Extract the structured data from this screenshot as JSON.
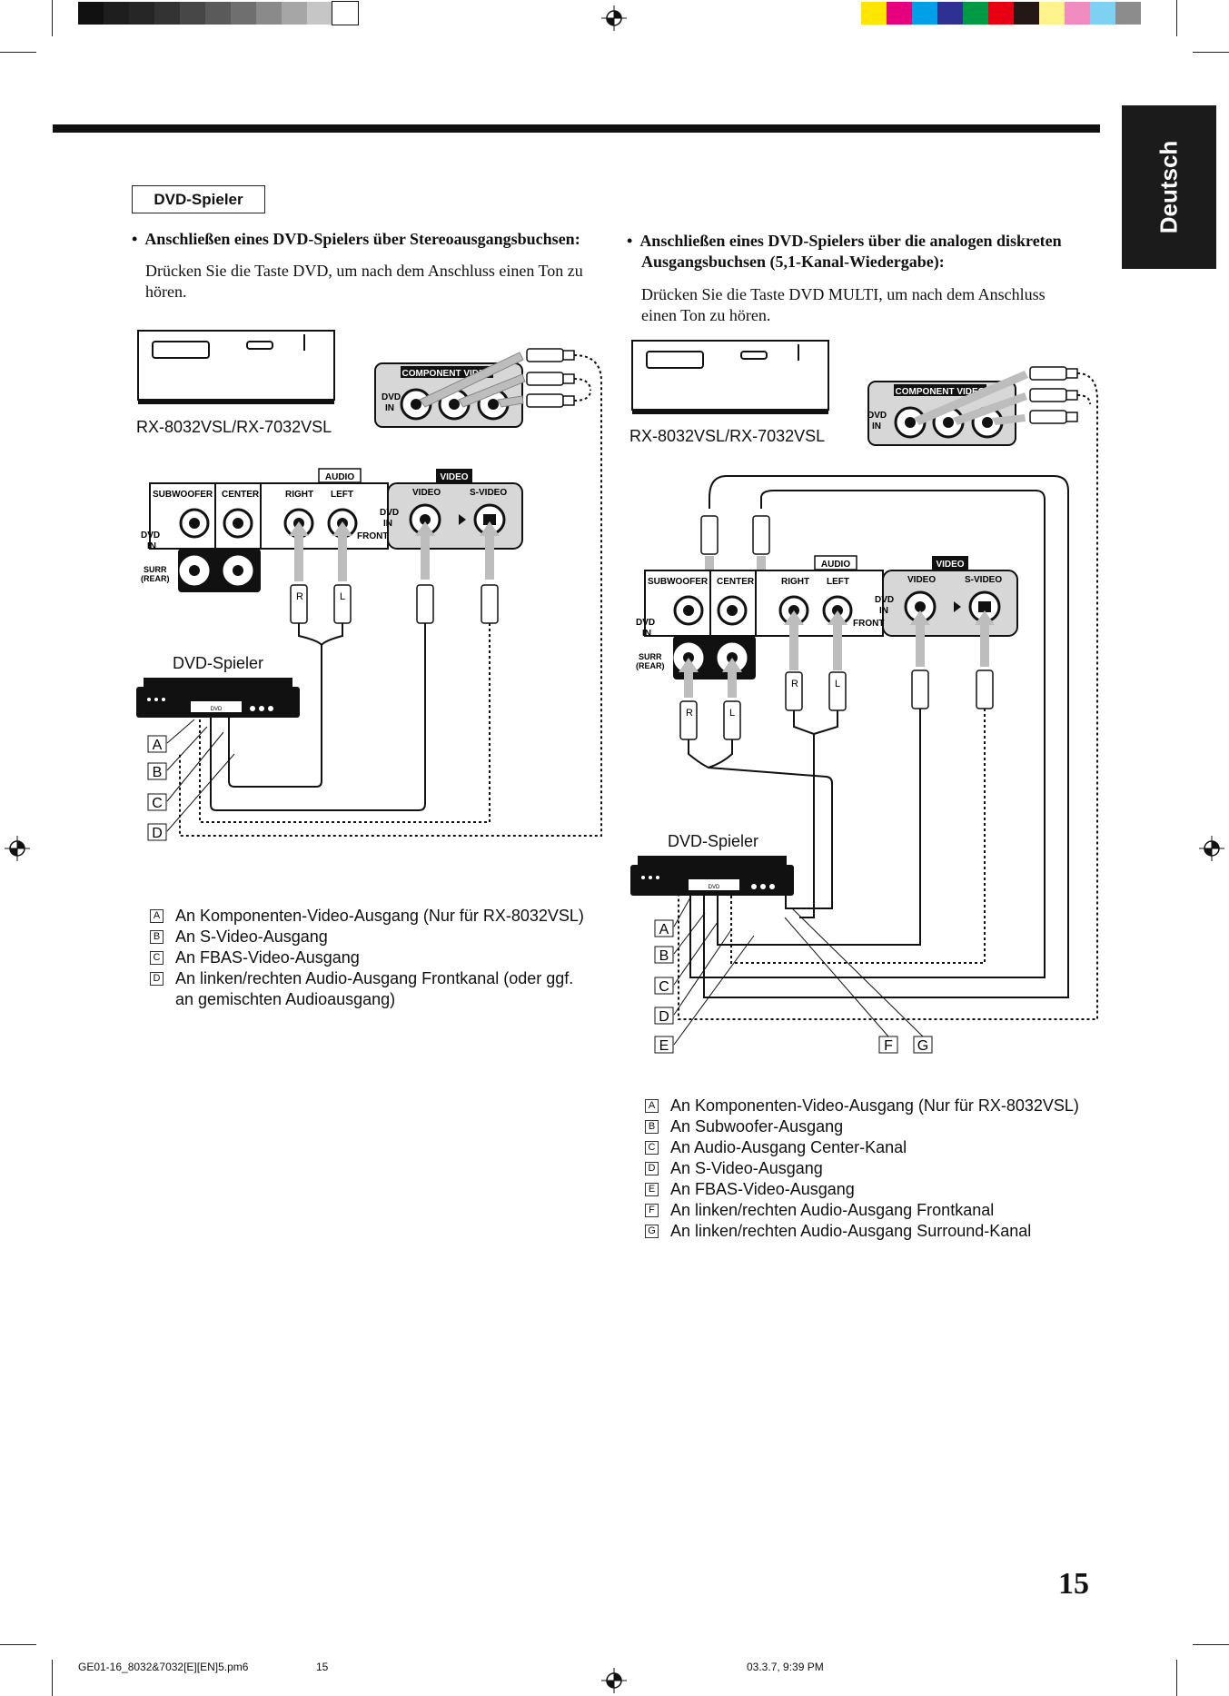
{
  "colors": {
    "gray_bar": [
      "#111111",
      "#1e1e1e",
      "#262626",
      "#333333",
      "#474747",
      "#5a5a5a",
      "#6f6f6f",
      "#8a8a8a",
      "#a6a6a6",
      "#c6c6c6",
      "#ffffff"
    ],
    "color_bar": [
      "#ffe600",
      "#e6007e",
      "#00a0e9",
      "#2e3192",
      "#009944",
      "#e60012",
      "#231815",
      "#fff48b",
      "#f08cc0",
      "#7fd1f4",
      "#8c8c8c"
    ],
    "tab_bg": "#1b1b1b",
    "cable_gray": "#b5b5b5"
  },
  "sidebar": {
    "language_tab": "Deutsch"
  },
  "section": {
    "title": "DVD-Spieler"
  },
  "left": {
    "heading": "Anschließen eines DVD-Spielers über Stereoausgangsbuchsen:",
    "body": "Drücken Sie die Taste DVD, um nach dem Anschluss einen Ton zu hören.",
    "model": "RX-8032VSL/RX-7032VSL",
    "player_label": "DVD-Spieler",
    "letters": [
      "A",
      "B",
      "C",
      "D"
    ],
    "legend": [
      {
        "key": "A",
        "text": "An Komponenten-Video-Ausgang (Nur für RX-8032VSL)"
      },
      {
        "key": "B",
        "text": "An S-Video-Ausgang"
      },
      {
        "key": "C",
        "text": "An FBAS-Video-Ausgang"
      },
      {
        "key": "D",
        "text": "An linken/rechten Audio-Ausgang Frontkanal (oder ggf."
      },
      {
        "key": "",
        "text": "an gemischten Audioausgang)"
      }
    ]
  },
  "right": {
    "heading_line1": "Anschließen eines DVD-Spielers über die analogen diskreten",
    "heading_line2": "Ausgangsbuchsen (5,1-Kanal-Wiedergabe):",
    "body_line1": "Drücken Sie die Taste DVD MULTI, um nach dem Anschluss",
    "body_line2": "einen Ton zu hören.",
    "model": "RX-8032VSL/RX-7032VSL",
    "player_label": "DVD-Spieler",
    "letters": [
      "A",
      "B",
      "C",
      "D",
      "E",
      "F",
      "G"
    ],
    "legend": [
      {
        "key": "A",
        "text": "An Komponenten-Video-Ausgang (Nur für RX-8032VSL)"
      },
      {
        "key": "B",
        "text": "An Subwoofer-Ausgang"
      },
      {
        "key": "C",
        "text": "An Audio-Ausgang Center-Kanal"
      },
      {
        "key": "D",
        "text": "An S-Video-Ausgang"
      },
      {
        "key": "E",
        "text": "An FBAS-Video-Ausgang"
      },
      {
        "key": "F",
        "text": "An linken/rechten Audio-Ausgang Frontkanal"
      },
      {
        "key": "G",
        "text": "An linken/rechten Audio-Ausgang Surround-Kanal"
      }
    ]
  },
  "panel_labels": {
    "component_video": "COMPONENT VIDEO",
    "dvd_in_line1": "DVD",
    "dvd_in_line2": "IN",
    "subwoofer": "SUBWOOFER",
    "center": "CENTER",
    "audio": "AUDIO",
    "right": "RIGHT",
    "left": "LEFT",
    "front": "FRONT",
    "video": "VIDEO",
    "s_video": "S-VIDEO",
    "surr_line1": "SURR",
    "surr_line2": "(REAR)",
    "plug_r": "R",
    "plug_l": "L",
    "player_display": "DVD"
  },
  "page": {
    "number": "15"
  },
  "footer": {
    "file": "GE01-16_8032&7032[E][EN]5.pm6",
    "page": "15",
    "date": "03.3.7, 9:39 PM"
  }
}
